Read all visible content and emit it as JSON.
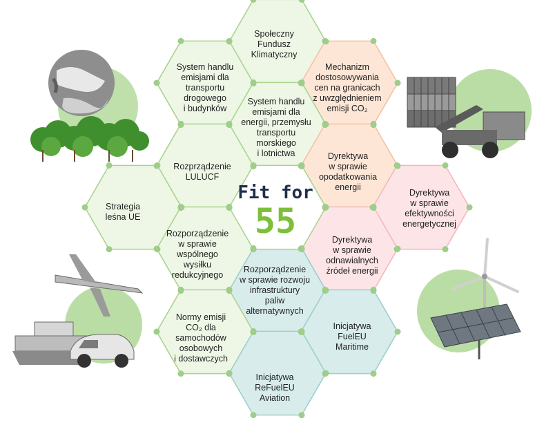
{
  "center": {
    "line1": "Fit for",
    "line2": "55"
  },
  "colors": {
    "green_fill": "#eef7e6",
    "green_stroke": "#a9d48f",
    "peach_fill": "#fde6d6",
    "peach_stroke": "#f2c3a1",
    "pink_fill": "#fde4e6",
    "pink_stroke": "#f1b9bf",
    "teal_fill": "#d8ecec",
    "teal_stroke": "#9ccfcc",
    "accent_green": "#7dbf3a",
    "navy": "#1f2e4a"
  },
  "cells": [
    {
      "id": "spoleczny-fundusz",
      "tone": "green",
      "lines": [
        "Społeczny",
        "Fundusz",
        "Klimatyczny"
      ]
    },
    {
      "id": "ets-transport",
      "tone": "green",
      "lines": [
        "System handlu",
        "emisjami dla",
        "transportu",
        "drogowego",
        "i budynków"
      ]
    },
    {
      "id": "cbam",
      "tone": "peach",
      "lines": [
        "Mechanizm",
        "dostosowywania",
        "cen na granicach",
        "z uwzględnieniem",
        "emisji CO₂"
      ]
    },
    {
      "id": "ets-energia",
      "tone": "green",
      "lines": [
        "System handlu",
        "emisjami dla",
        "energii, przemysłu",
        "transportu",
        "morskiego",
        "i lotnictwa"
      ]
    },
    {
      "id": "lulucf",
      "tone": "green",
      "lines": [
        "Rozprządzenie",
        "LULUCF"
      ]
    },
    {
      "id": "opodatkowanie",
      "tone": "peach",
      "lines": [
        "Dyrektywa",
        "w sprawie",
        "opodatkowania",
        "energii"
      ]
    },
    {
      "id": "strategia-lesna",
      "tone": "green",
      "lines": [
        "Strategia",
        "leśna UE"
      ]
    },
    {
      "id": "efektywnosc",
      "tone": "pink",
      "lines": [
        "Dyrektywa",
        "w sprawie",
        "efektywności",
        "energetycznej"
      ]
    },
    {
      "id": "wspolny-wysilek",
      "tone": "green",
      "lines": [
        "Rozporządzenie",
        "w sprawie",
        "wspólnego",
        "wysiłku",
        "redukcyjnego"
      ]
    },
    {
      "id": "oze",
      "tone": "pink",
      "lines": [
        "Dyrektywa",
        "w sprawie",
        "odnawialnych",
        "źródeł energii"
      ]
    },
    {
      "id": "afir",
      "tone": "teal",
      "lines": [
        "Rozporządzenie",
        "w sprawie rozwoju",
        "infrastruktury",
        "paliw",
        "alternatywnych"
      ]
    },
    {
      "id": "normy-co2",
      "tone": "green",
      "lines": [
        "Normy emisji",
        "CO₂ dla",
        "samochodów",
        "osobowych",
        "i dostawczych"
      ]
    },
    {
      "id": "fueleu",
      "tone": "teal",
      "lines": [
        "Inicjatywa",
        "FuelEU",
        "Maritime"
      ]
    },
    {
      "id": "refueleu",
      "tone": "teal",
      "lines": [
        "Inicjatywa",
        "ReFuelEU",
        "Aviation"
      ]
    }
  ],
  "illustrations": [
    "globe-with-trees",
    "container-port-crane",
    "airplane-ship-car",
    "wind-turbine-solar-panels"
  ]
}
